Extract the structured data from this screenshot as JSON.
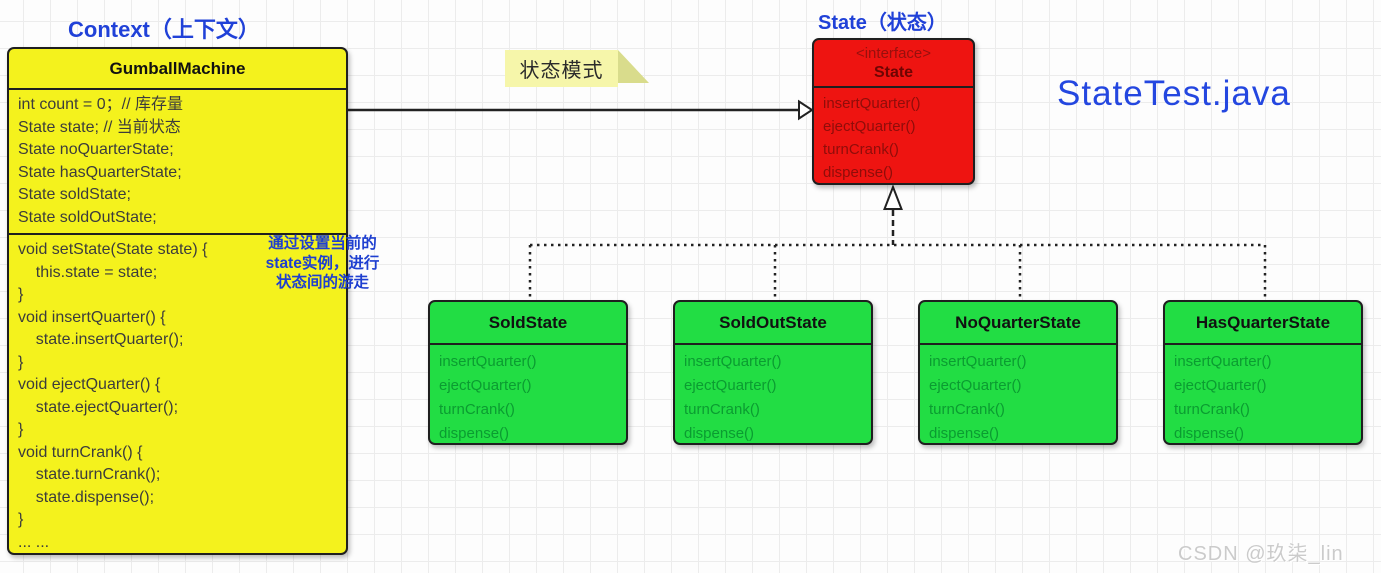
{
  "colors": {
    "label_blue": "#2041d8",
    "context_fill": "#f4f21d",
    "interface_fill": "#ee1411",
    "concrete_fill": "#22dd44",
    "note_fill": "#f6f6aa",
    "annotation_blue": "#1e3fd0",
    "watermark_gray": "#cbcbcb"
  },
  "labels": {
    "context": "Context（上下文）",
    "state": "State（状态）",
    "note": "状态模式",
    "filename": "StateTest.java",
    "watermark": "CSDN @玖柒_lin"
  },
  "context_class": {
    "title": "GumballMachine",
    "fields": [
      "int count = 0；// 库存量",
      "State state; // 当前状态",
      "State noQuarterState;",
      "State hasQuarterState;",
      "State soldState;",
      "State soldOutState;"
    ],
    "methods": [
      "void setState(State state) {",
      "    this.state = state;",
      "}",
      "void insertQuarter() {",
      "    state.insertQuarter();",
      "}",
      "void ejectQuarter() {",
      "    state.ejectQuarter();",
      "}",
      "void turnCrank() {",
      "    state.turnCrank();",
      "    state.dispense();",
      "}",
      "... ..."
    ]
  },
  "annotation": {
    "lines": [
      "通过设置当前的",
      "state实例，进行",
      "状态间的游走"
    ]
  },
  "state_interface": {
    "stereotype": "<interface>",
    "title": "State",
    "methods": [
      "insertQuarter()",
      "ejectQuarter()",
      "turnCrank()",
      "dispense()"
    ]
  },
  "concrete_states": [
    {
      "title": "SoldState",
      "methods": [
        "insertQuarter()",
        "ejectQuarter()",
        "turnCrank()",
        "dispense()"
      ]
    },
    {
      "title": "SoldOutState",
      "methods": [
        "insertQuarter()",
        "ejectQuarter()",
        "turnCrank()",
        "dispense()"
      ]
    },
    {
      "title": "NoQuarterState",
      "methods": [
        "insertQuarter()",
        "ejectQuarter()",
        "turnCrank()",
        "dispense()"
      ]
    },
    {
      "title": "HasQuarterState",
      "methods": [
        "insertQuarter()",
        "ejectQuarter()",
        "turnCrank()",
        "dispense()"
      ]
    }
  ]
}
